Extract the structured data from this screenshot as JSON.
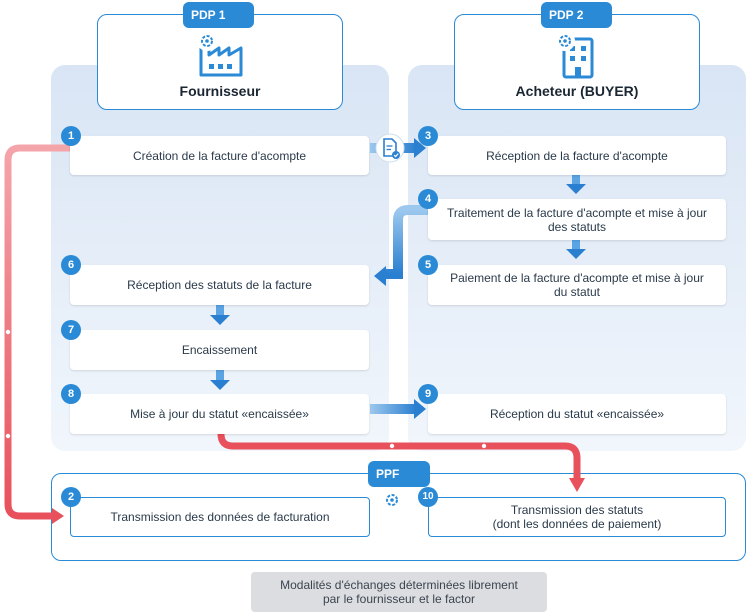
{
  "lanes": {
    "left": {
      "pdp_label": "PDP 1",
      "title": "Fournisseur"
    },
    "right": {
      "pdp_label": "PDP 2",
      "title": "Acheteur (BUYER)"
    }
  },
  "steps": [
    {
      "num": "1",
      "label": "Création de la facture d'acompte"
    },
    {
      "num": "3",
      "label": "Réception de la facture d'acompte"
    },
    {
      "num": "4",
      "label_line1": "Traitement de la facture d'acompte et mise à jour",
      "label_line2": "des statuts"
    },
    {
      "num": "6",
      "label": "Réception des statuts de la facture"
    },
    {
      "num": "5",
      "label_line1": "Paiement de la facture d'acompte et mise à jour",
      "label_line2": "du statut"
    },
    {
      "num": "7",
      "label": "Encaissement"
    },
    {
      "num": "8",
      "label": "Mise à jour du statut «encaissée»"
    },
    {
      "num": "9",
      "label": "Réception du statut «encaissée»"
    }
  ],
  "ppf": {
    "label": "PPF",
    "steps": [
      {
        "num": "2",
        "label": "Transmission des données de facturation"
      },
      {
        "num": "10",
        "label_line1": "Transmission des statuts",
        "label_line2": "(dont les données de paiement)"
      }
    ]
  },
  "note": {
    "line1": "Modalités d'échanges déterminées librement",
    "line2": "par le fournisseur et le factor"
  },
  "colors": {
    "accent": "#2a8ad6",
    "red_flow": "#e8505b",
    "lane_bg": "#dde7f5",
    "note_bg": "#dcdde0"
  },
  "icons": {
    "left_actor": "factory-icon",
    "right_actor": "building-icon",
    "pdp": "gear-icon",
    "document": "document-check-icon"
  }
}
